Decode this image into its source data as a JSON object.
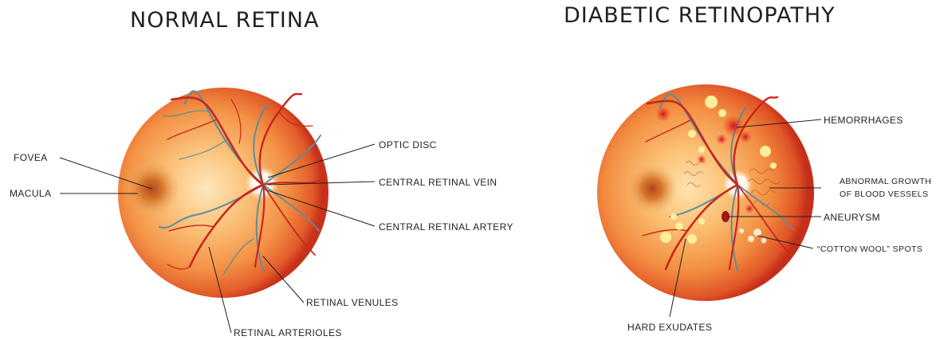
{
  "panels": {
    "normal": {
      "title": "NORMAL RETINA",
      "labels": {
        "fovea": "FOVEA",
        "macula": "MACULA",
        "optic_disc": "OPTIC DISC",
        "central_retinal_vein": "CENTRAL RETINAL VEIN",
        "central_retinal_artery": "CENTRAL RETINAL ARTERY",
        "retinal_venules": "RETINAL VENULES",
        "retinal_arterioles": "RETINAL ARTERIOLES"
      }
    },
    "diabetic": {
      "title": "DIABETIC RETINOPATHY",
      "labels": {
        "hemorrhages": "HEMORRHAGES",
        "abnormal_growth_line1": "ABNORMAL GROWTH",
        "abnormal_growth_line2": "OF BLOOD VESSELS",
        "aneurysm": "ANEURYSM",
        "cotton_wool": "“COTTON WOOL” SPOTS",
        "hard_exudates": "HARD EXUDATES"
      }
    }
  },
  "colors": {
    "retina_center": "#fde3b0",
    "retina_mid": "#f59a4a",
    "retina_edge": "#c8321b",
    "artery": "#c8261d",
    "vein": "#5f8d9a",
    "exudate": "#fff3a0",
    "leader_line": "#231f20"
  }
}
